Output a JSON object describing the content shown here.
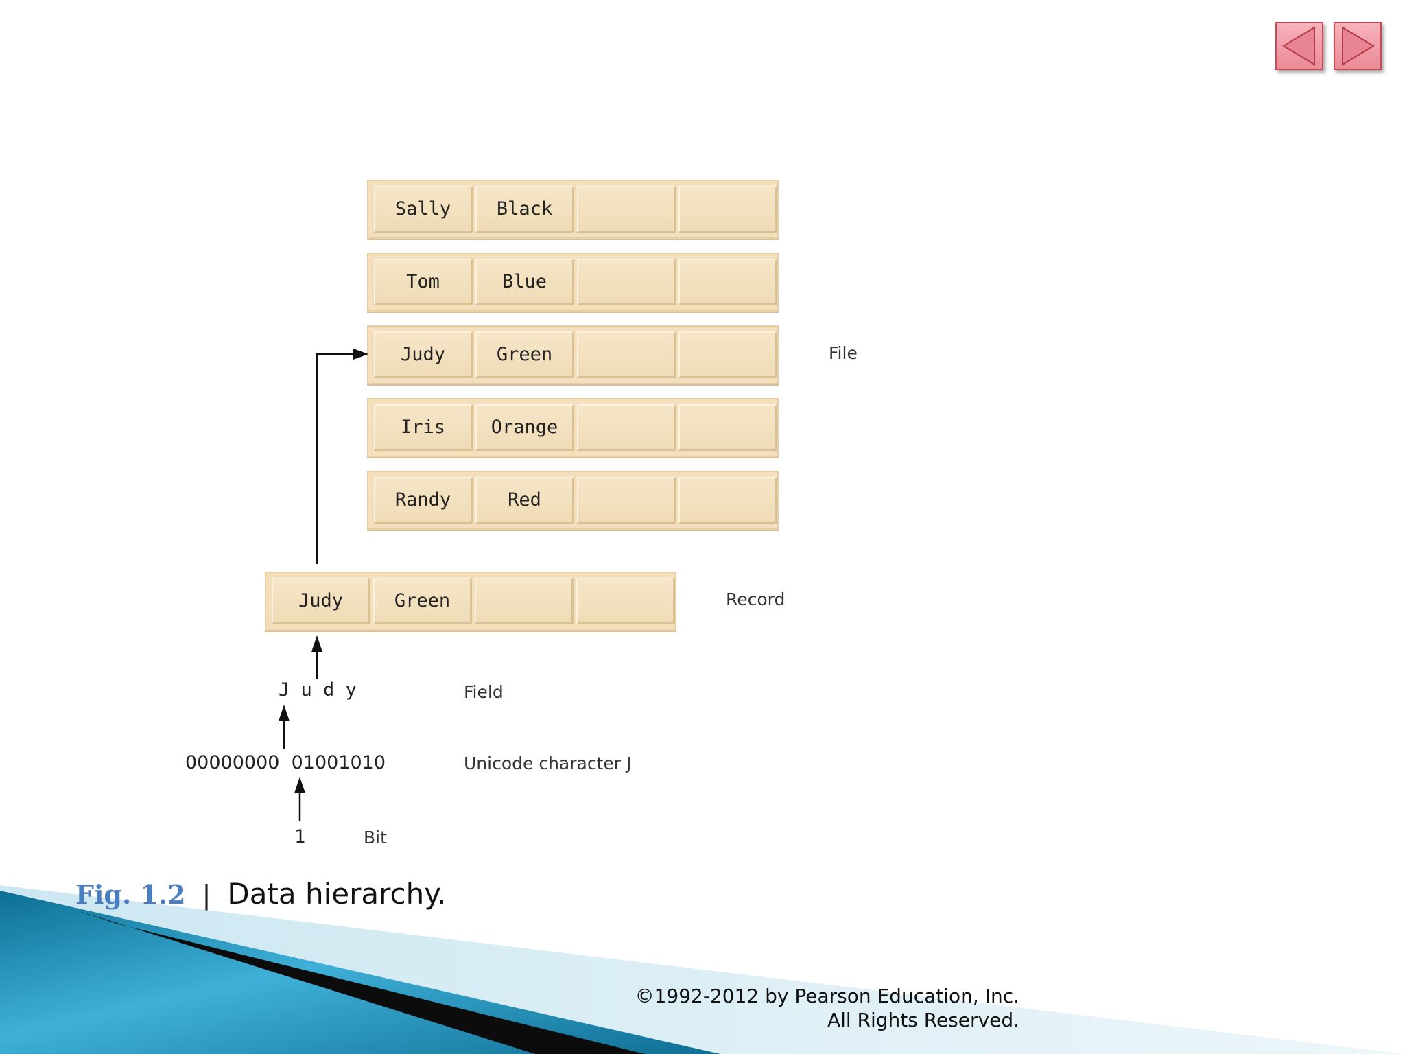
{
  "nav": {
    "prev_icon": "triangle-left-icon",
    "next_icon": "triangle-right-icon",
    "button_color": "#ef9aa4"
  },
  "file": {
    "label": "File",
    "records": [
      {
        "first": "Sally",
        "last": "Black"
      },
      {
        "first": "Tom",
        "last": "Blue"
      },
      {
        "first": "Judy",
        "last": "Green"
      },
      {
        "first": "Iris",
        "last": "Orange"
      },
      {
        "first": "Randy",
        "last": "Red"
      }
    ]
  },
  "record": {
    "label": "Record",
    "first": "Judy",
    "last": "Green"
  },
  "field": {
    "label": "Field",
    "value": "J u d y"
  },
  "character": {
    "label": "Unicode character J",
    "bits": "00000000  01001010"
  },
  "bit": {
    "label": "Bit",
    "value": "1"
  },
  "caption": {
    "figure": "Fig. 1.2",
    "separator": "|",
    "title": "Data hierarchy."
  },
  "copyright": {
    "line1": "©1992-2012 by Pearson Education, Inc.",
    "line2": "All Rights Reserved."
  },
  "colors": {
    "cell_fill": "#f3dfbb",
    "fig_blue": "#4a7cc0",
    "swoosh_blue": "#1e86b0"
  }
}
